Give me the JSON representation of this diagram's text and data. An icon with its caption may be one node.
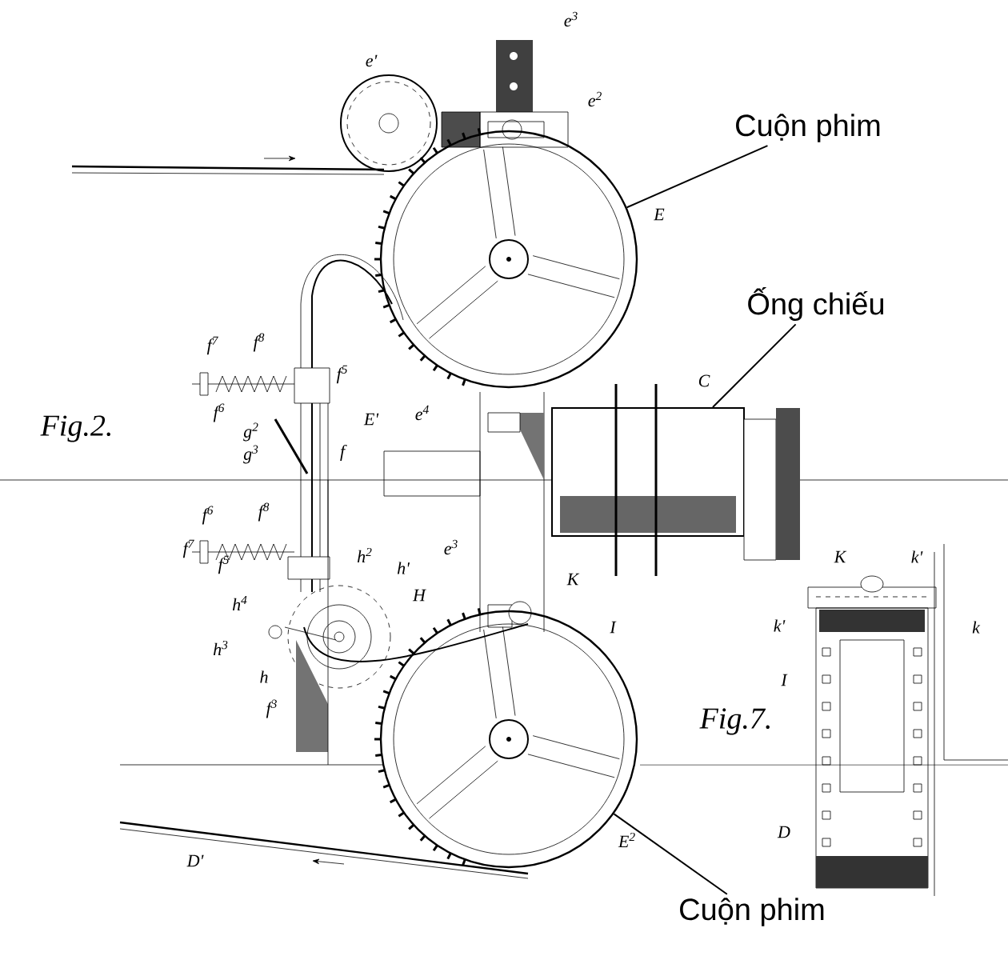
{
  "diagram": {
    "nodes": [
      {
        "text": [
          "Cuộn phim"
        ]
      },
      {
        "text": [
          "Ống chiếu"
        ]
      },
      {
        "text": [
          "Cuộn phim"
        ]
      },
      {
        "text": [],
        "shape": "picture"
      },
      {
        "text": [],
        "shape": "picture"
      },
      {
        "text": [],
        "shape": "picture"
      }
    ],
    "edges": [
      {
        "from": 0,
        "to": 3,
        "arrow": "none"
      },
      {
        "from": 1,
        "to": 4,
        "arrow": "none"
      },
      {
        "from": 2,
        "to": 5,
        "arrow": "none"
      }
    ],
    "labels": [
      "e'",
      "e$^{3}$",
      "e$^{2}$",
      "E",
      "f$^{7}$",
      "f$^{8}$",
      "f$^{5}$",
      "f$^{6}$",
      "g$^{2}$",
      "g$^{3}$",
      "E'",
      "f",
      "e$^{4}$",
      "C",
      "Fig.2.",
      "f$^{6}$",
      "f$^{8}$",
      "f$^{7}$",
      "f$^{5}$",
      "h$^{2}$",
      "h'",
      "h$^{4}$",
      "H",
      "h$^{3}$",
      "h",
      "f$^{3}$",
      "e$^{3}$",
      "K",
      "I",
      "E$^{2}$",
      "D'",
      "K",
      "k'",
      "k'",
      "k",
      "I",
      "Fig.7.",
      "D"
    ]
  }
}
